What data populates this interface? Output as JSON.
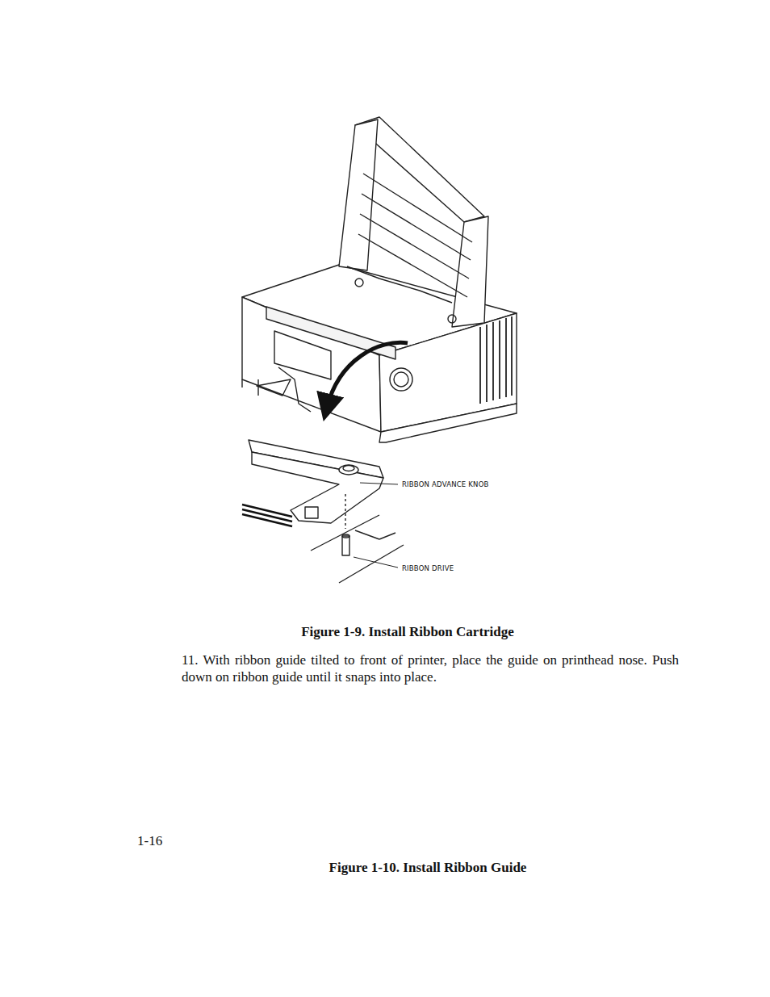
{
  "diagram": {
    "labels": [
      "RIBBON ADVANCE KNOB",
      "RIBBON DRIVE",
      "Figure 1-9. Install Ribbon Cartridge",
      "11. With ribbon guide tilted to front of printer, place the guide on printhead nose. Push down on ribbon guide until it snaps into place.",
      "1-16",
      "Figure 1-10. Install Ribbon Guide"
    ]
  }
}
